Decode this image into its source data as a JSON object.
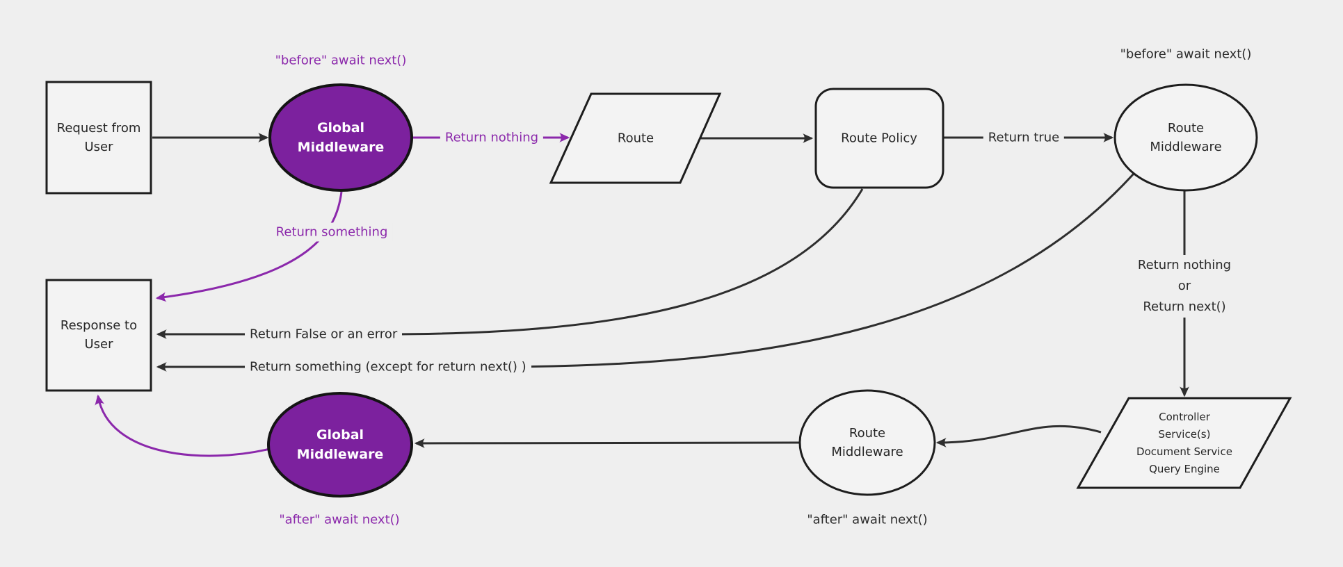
{
  "diagram": {
    "title_semantic": "middleware-request-lifecycle-flowchart",
    "colors": {
      "background": "#efefef",
      "node_fill_light": "#f3f3f3",
      "node_stroke": "#1d1d1d",
      "edge_black": "#2e2e2e",
      "purple_fill": "#7c219e",
      "purple_line_text": "#8b28ab",
      "text_dark": "#2a2a2a",
      "text_light": "#ffffff"
    },
    "nodes": {
      "request": {
        "label": "Request from\nUser"
      },
      "response": {
        "label": "Response to\nUser"
      },
      "global_middleware_top": {
        "label": "Global\nMiddleware"
      },
      "global_middleware_bottom": {
        "label": "Global\nMiddleware"
      },
      "route": {
        "label": "Route"
      },
      "route_policy": {
        "label": "Route Policy"
      },
      "route_middleware_top": {
        "label": "Route\nMiddleware"
      },
      "route_middleware_bottom": {
        "label": "Route\nMiddleware"
      },
      "controller": {
        "label": "Controller\nService(s)\nDocument Service\nQuery Engine"
      }
    },
    "edge_labels": {
      "before_await_next_global": "\"before\" await next()",
      "before_await_next_route": "\"before\" await next()",
      "after_await_next_global": "\"after\" await next()",
      "after_await_next_route": "\"after\" await next()",
      "return_nothing": "Return nothing",
      "return_true": "Return true",
      "return_something": "Return something",
      "return_false_or_error": "Return False or an error",
      "return_something_except": "Return something (except for return next() )",
      "return_nothing_or_next": "Return nothing\nor\nReturn next()"
    }
  }
}
